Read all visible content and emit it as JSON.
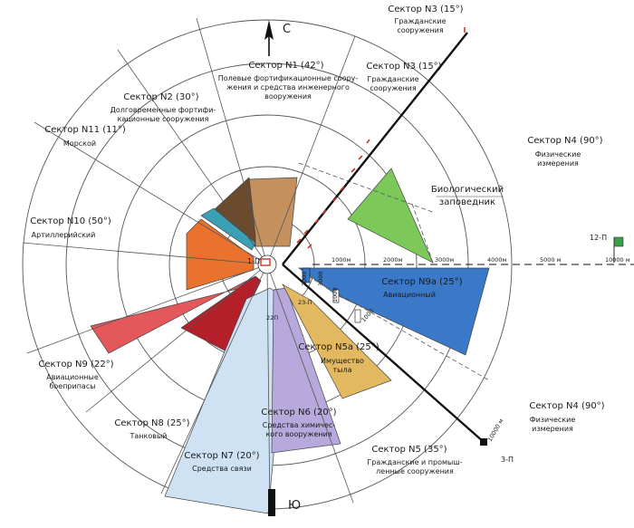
{
  "compass": {
    "north": "С",
    "south": "Ю"
  },
  "sectors": {
    "s1": {
      "title": "Сектор N1 (42°)",
      "desc": [
        "Полевые фортификационные соору-",
        "жения и средства инженерного",
        "вооружения"
      ],
      "color": "#c4905e"
    },
    "s2": {
      "title": "Сектор N2 (30°)",
      "desc": [
        "Долговременные фортифи-",
        "кационные сооружения"
      ],
      "color": "#6b4a2e"
    },
    "s3a": {
      "title": "Сектор N3 (15°)",
      "desc": [
        "Гражданские",
        "сооружения"
      ]
    },
    "s3b": {
      "title": "Сектор N3 (15°)",
      "desc": [
        "Гражданские",
        "сооружения"
      ]
    },
    "s4a": {
      "title": "Сектор N4 (90°)",
      "desc": [
        "Физические",
        "измерения"
      ]
    },
    "s4b": {
      "title": "Сектор N4 (90°)",
      "desc": [
        "Физические",
        "измерения"
      ]
    },
    "s5": {
      "title": "Сектор N5 (35°)",
      "desc": [
        "Гражданские и промыш-",
        "ленные сооружения"
      ]
    },
    "s5a": {
      "title": "Сектор N5a (25°)",
      "desc": [
        "Имущество",
        "тыла"
      ],
      "color": "#e2b860"
    },
    "s6": {
      "title": "Сектор N6 (20°)",
      "desc": [
        "Средства химичес-",
        "кого вооружения"
      ],
      "color": "#b7a9dc"
    },
    "s7": {
      "title": "Сектор N7 (20°)",
      "desc": [
        "Средства связи"
      ],
      "color": "#cfe2f3"
    },
    "s8": {
      "title": "Сектор N8 (25°)",
      "desc": [
        "Танковый"
      ],
      "color": "#b3202a"
    },
    "s9": {
      "title": "Сектор N9 (22°)",
      "desc": [
        "Авиационные",
        "боеприпасы"
      ],
      "color": "#e4575a"
    },
    "s9a": {
      "title": "Сектор N9a (25°)",
      "desc": [
        "Авиационный"
      ],
      "color": "#3a78c8"
    },
    "s10": {
      "title": "Сектор N10 (50°)",
      "desc": [
        "Артиллерийский"
      ],
      "color": "#e8722e"
    },
    "s11": {
      "title": "Сектор N11 (11°)",
      "desc": [
        "Морской"
      ],
      "color": "#3aa0b6"
    }
  },
  "bio": {
    "title": [
      "Биологический",
      "заповедник"
    ],
    "color": "#7cc95a"
  },
  "distances": [
    "1000м",
    "2000м",
    "3000м",
    "4000м",
    "5000 м",
    "10000 м",
    "10000 м"
  ],
  "small_marks": [
    "2000",
    "3000",
    "1000",
    "2000",
    "1000",
    "3000"
  ],
  "points": {
    "p1": "1-П",
    "p3": "3-П",
    "p12": "12-П",
    "p22": "22П",
    "p23": "23-П"
  }
}
